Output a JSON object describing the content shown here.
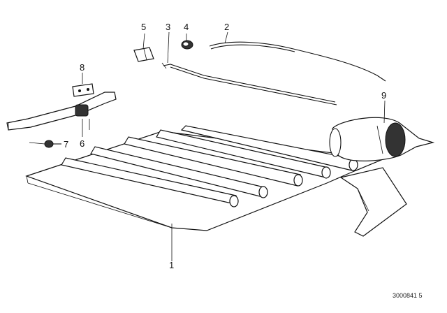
{
  "callouts": {
    "c1": "1",
    "c2": "2",
    "c3": "3",
    "c4": "4",
    "c5": "5",
    "c6": "6",
    "c7": "7",
    "c8": "8",
    "c9": "9"
  },
  "document_id": "3000841 5"
}
